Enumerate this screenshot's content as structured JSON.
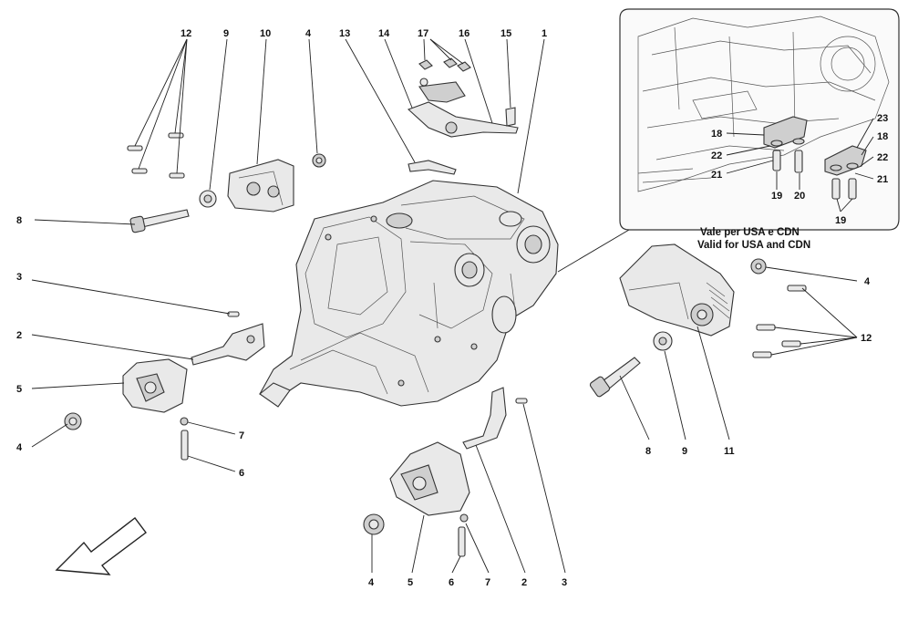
{
  "inset": {
    "note_line1": "Vale per USA e CDN",
    "note_line2": "Valid for USA and CDN"
  },
  "callouts": {
    "c1": "1",
    "c2a": "2",
    "c2b": "2",
    "c3a": "3",
    "c3b": "3",
    "c4a": "4",
    "c4b": "4",
    "c4c": "4",
    "c4d": "4",
    "c5a": "5",
    "c5b": "5",
    "c6a": "6",
    "c6b": "6",
    "c7a": "7",
    "c7b": "7",
    "c8a": "8",
    "c8b": "8",
    "c9a": "9",
    "c9b": "9",
    "c10": "10",
    "c11": "11",
    "c12a": "12",
    "c12b": "12",
    "c13": "13",
    "c14": "14",
    "c15": "15",
    "c16": "16",
    "c17": "17",
    "c18a": "18",
    "c18b": "18",
    "c19a": "19",
    "c19b": "19",
    "c20": "20",
    "c21a": "21",
    "c21b": "21",
    "c22a": "22",
    "c22b": "22",
    "c23": "23"
  },
  "direction_arrow": "front-direction-arrow"
}
